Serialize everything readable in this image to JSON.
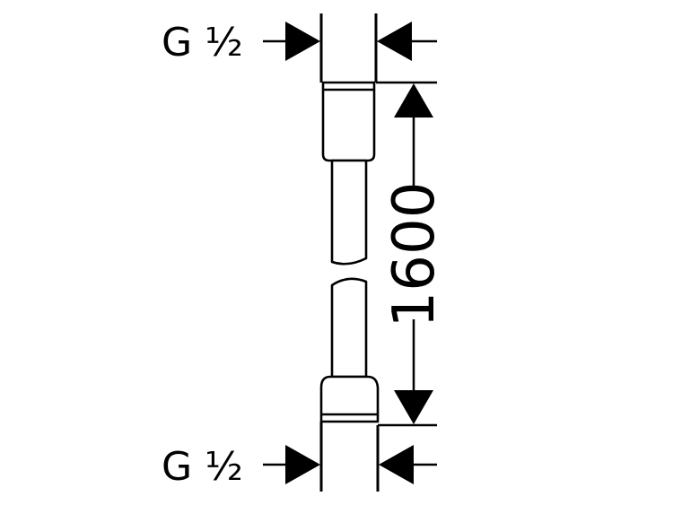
{
  "diagram": {
    "top_thread_label": "G ½",
    "bottom_thread_label": "G ½",
    "length_dimension": "1600"
  },
  "colors": {
    "line": "#000000",
    "background": "#ffffff"
  }
}
